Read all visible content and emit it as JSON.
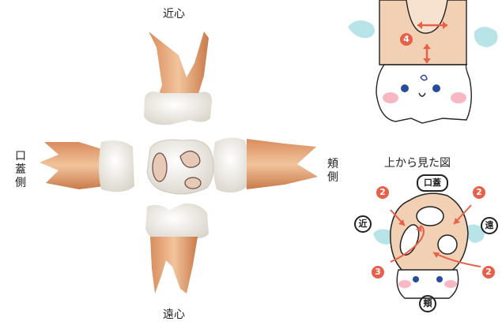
{
  "labels": {
    "top": "近心",
    "bottom": "遠心",
    "left": [
      "口",
      "蓋",
      "側"
    ],
    "right": [
      "頬",
      "側"
    ]
  },
  "inset": {
    "title": "上から見た図",
    "palatal": "口蓋",
    "mesial": "近",
    "distal": "遠",
    "buccal": "頬"
  },
  "badges": {
    "four": "4",
    "two_a": "2",
    "two_b": "2",
    "two_c": "2",
    "three": "3"
  },
  "colors": {
    "root": "#e8a878",
    "crown": "#f4f1ea",
    "accent": "#e8604a",
    "wing": "#b8e4e8",
    "cheek": "#f7b8c4"
  }
}
